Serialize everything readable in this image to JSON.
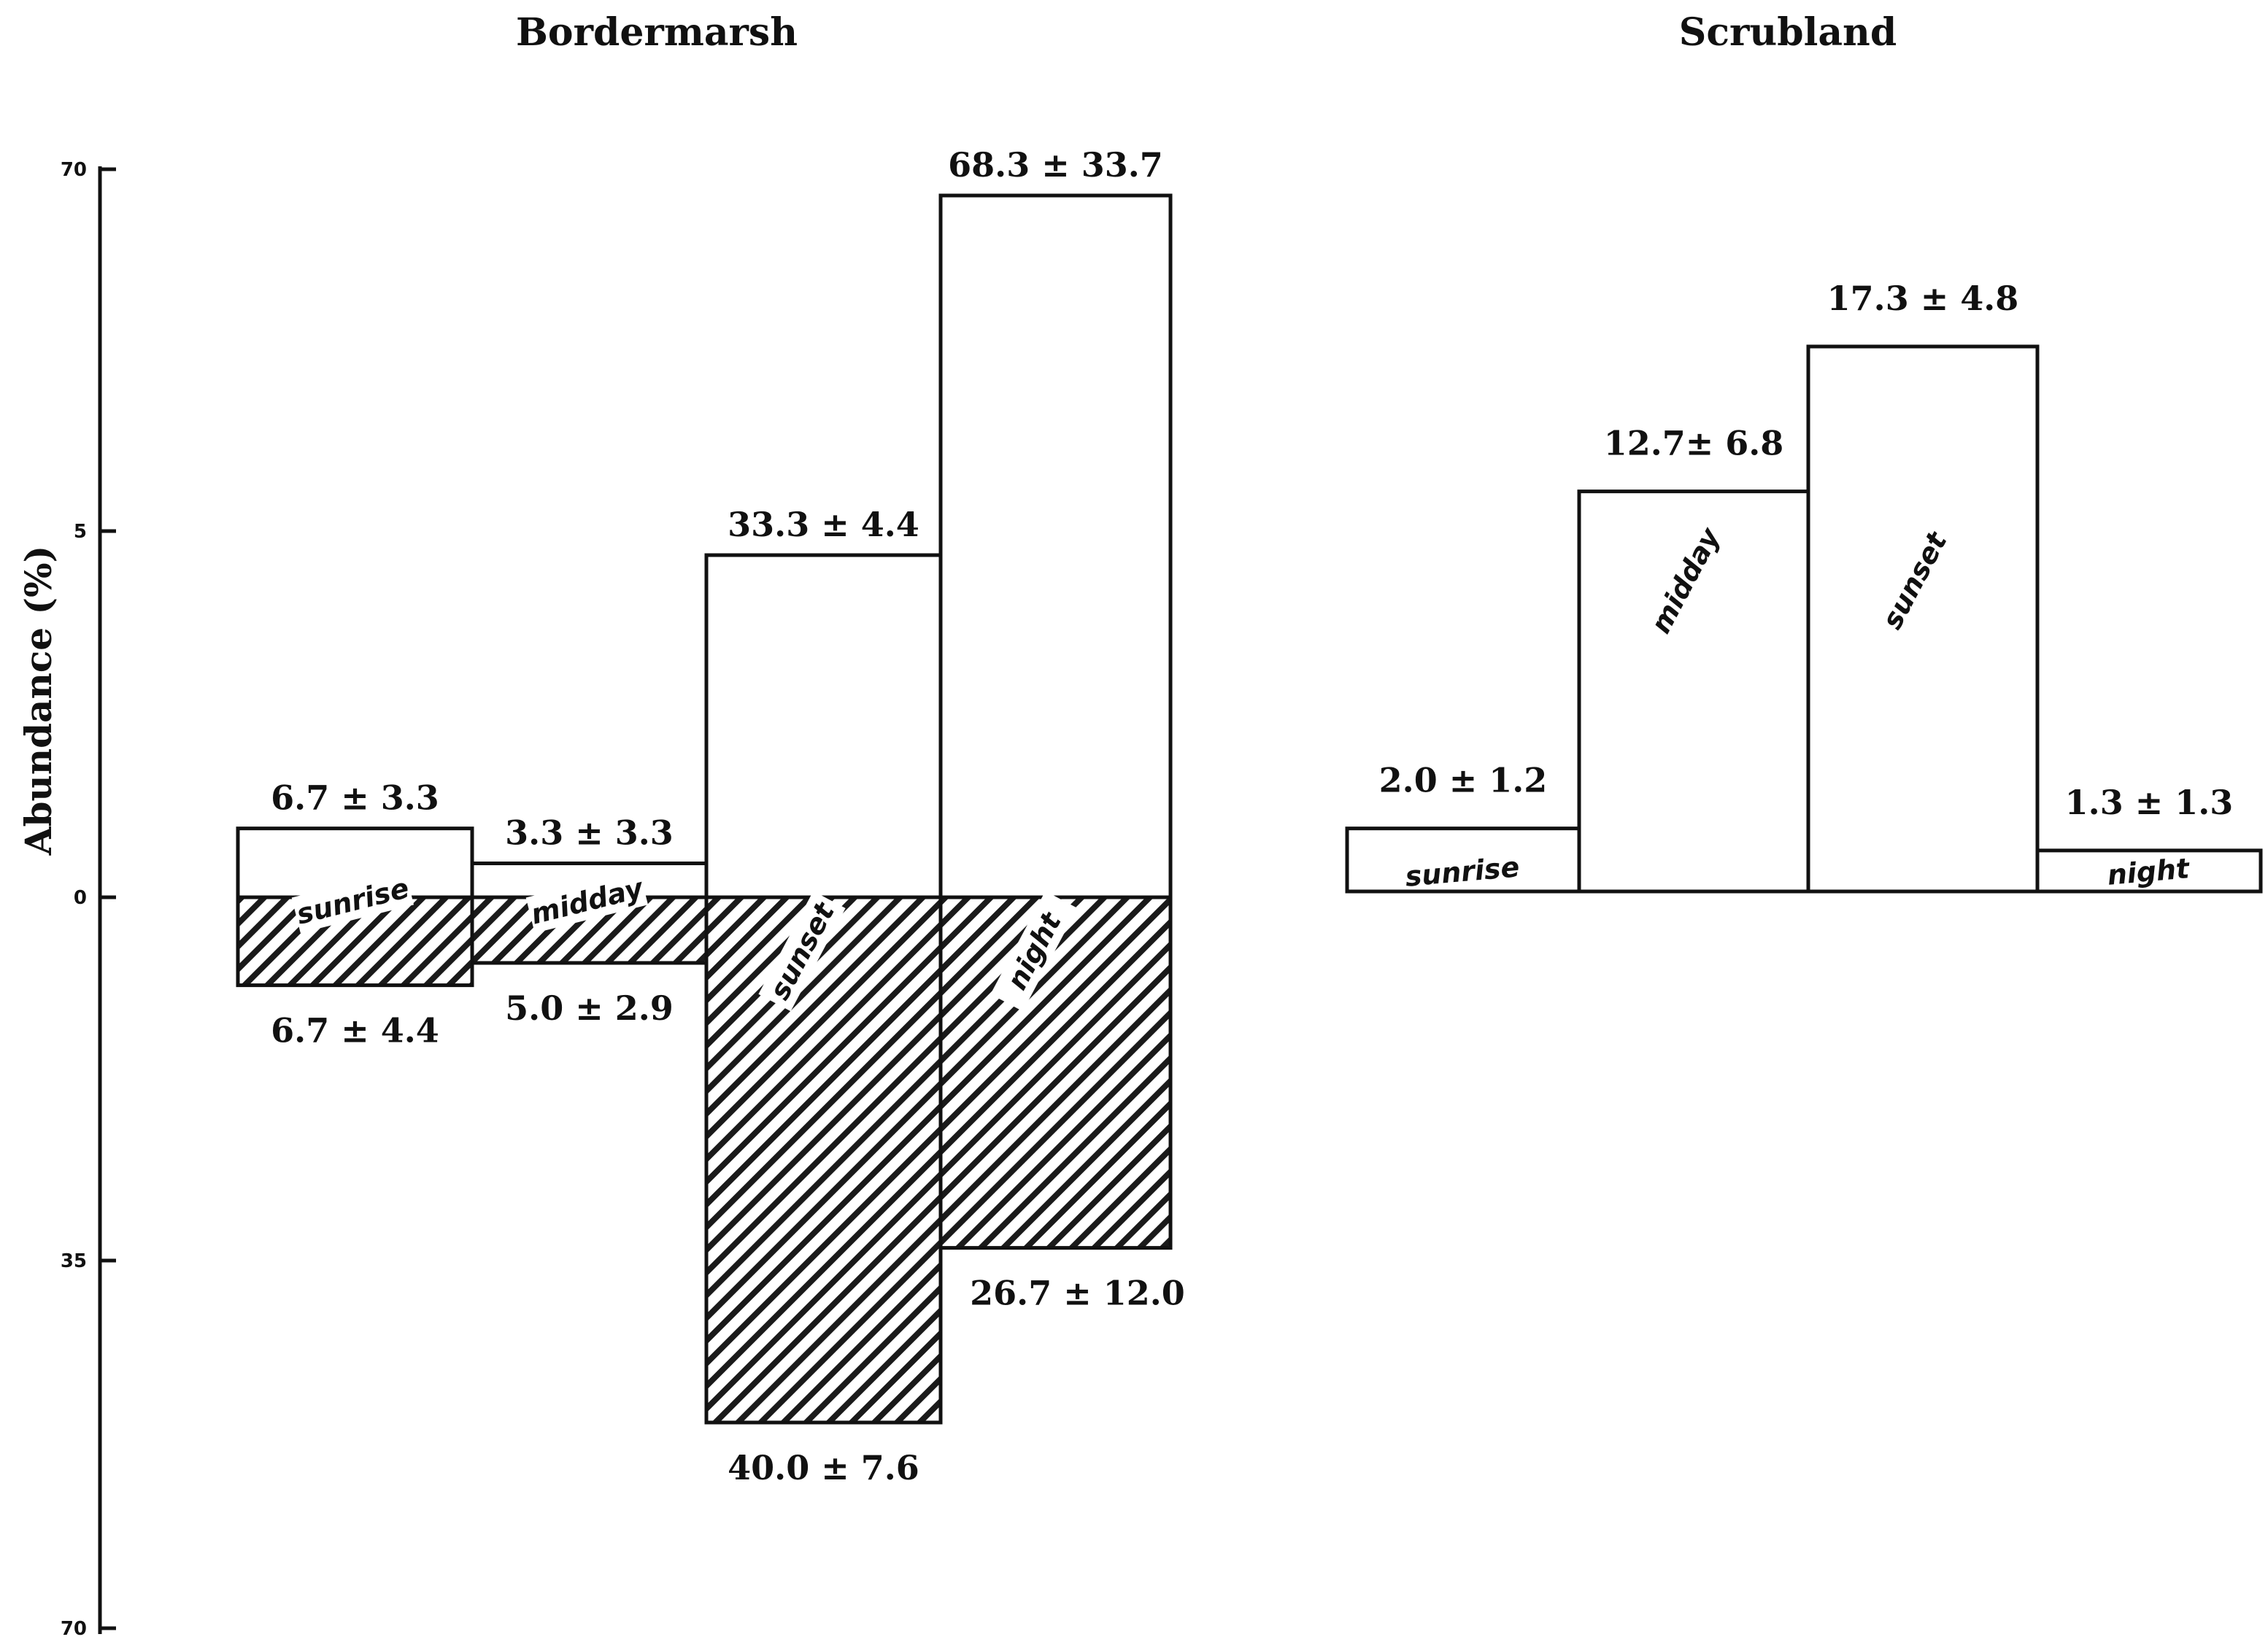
{
  "chart_data": [
    {
      "type": "bar",
      "title": "Bordermarsh",
      "ylabel": "Abundance (%)",
      "tick_labels": [
        "70",
        "5",
        "0",
        "35",
        "70"
      ],
      "ylim": [
        -70,
        70
      ],
      "categories": [
        "sunrise",
        "midday",
        "sunset",
        "night"
      ],
      "series": [
        {
          "values": [
            6.7,
            3.3,
            33.3,
            68.3
          ],
          "labels": [
            "6.7 ± 3.3",
            "3.3 ± 3.3",
            "33.3 ± 4.4",
            "68.3 ± 33.7"
          ]
        },
        {
          "values": [
            6.7,
            5.0,
            40.0,
            26.7
          ],
          "labels": [
            "6.7 ± 4.4",
            "5.0 ± 2.9",
            "40.0 ± 7.6",
            "26.7 ± 12.0"
          ]
        }
      ]
    },
    {
      "type": "bar",
      "title": "Scrubland",
      "categories": [
        "sunrise",
        "midday",
        "sunset",
        "night"
      ],
      "series": [
        {
          "values": [
            2.0,
            12.7,
            17.3,
            1.3
          ],
          "labels": [
            "2.0 ± 1.2",
            "12.7± 6.8",
            "17.3 ± 4.8",
            "1.3 ± 1.3"
          ]
        }
      ]
    }
  ]
}
